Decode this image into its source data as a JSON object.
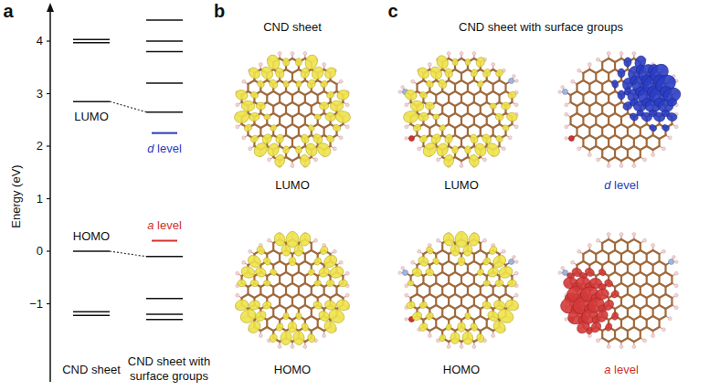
{
  "diagram": {
    "labels": [
      "a",
      "b",
      "c",
      "CND sheet",
      "CND sheet with surface groups",
      "4",
      "3",
      "2",
      "1",
      "0",
      "−1",
      "Energy (eV)",
      "LUMO",
      "HOMO",
      "d level",
      "a level",
      "CND sheet",
      "CND sheet with surface groups",
      "LUMO",
      "HOMO",
      "LUMO",
      "d level",
      "HOMO",
      "a level"
    ]
  }
}
